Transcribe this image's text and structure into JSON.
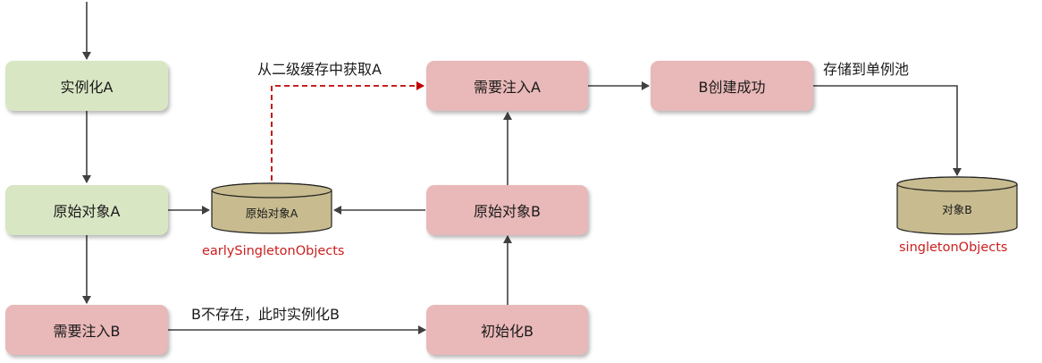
{
  "colors": {
    "green_box": "#d9e6c3",
    "pink_box": "#e9b8b8",
    "cylinder": "#c7bb8f",
    "arrow": "#404040",
    "dashed_arrow": "#c00000",
    "caption": "#cc1e1e"
  },
  "nodes": {
    "instantiate_a": "实例化A",
    "raw_object_a": "原始对象A",
    "need_inject_b": "需要注入B",
    "need_inject_a": "需要注入A",
    "raw_object_b": "原始对象B",
    "init_b": "初始化B",
    "b_created": "B创建成功"
  },
  "stores": {
    "early_cache": {
      "content": "原始对象A",
      "caption": "earlySingletonObjects"
    },
    "singleton_pool": {
      "content": "对象B",
      "caption": "singletonObjects"
    }
  },
  "edge_labels": {
    "get_from_second_cache": "从二级缓存中获取A",
    "b_not_exist": "B不存在，此时实例化B",
    "store_to_pool": "存储到单例池"
  }
}
